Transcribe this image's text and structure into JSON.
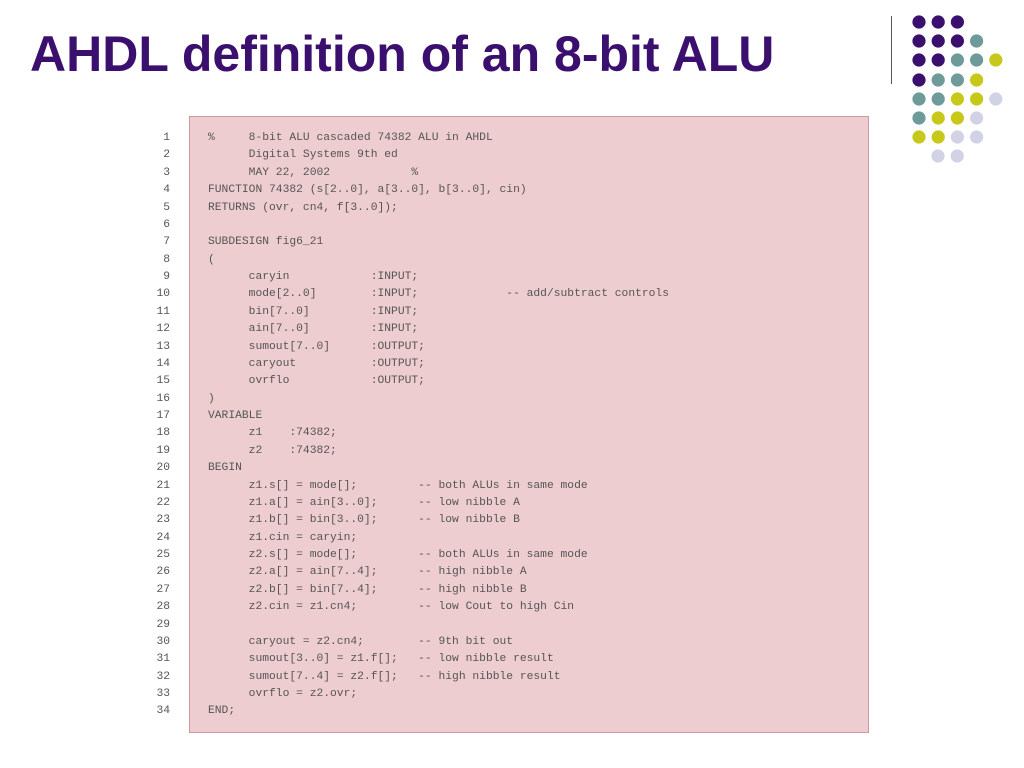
{
  "title": "AHDL definition of an 8-bit ALU",
  "colors": {
    "title": "#3a0f6e",
    "code_background": "#eecdd1",
    "code_border": "#cc9aa2",
    "code_text": "#555555",
    "dot_purple": "#3a0f6e",
    "dot_teal": "#6e9a9a",
    "dot_yellow": "#c8c81a",
    "dot_lavender": "#d2d2e6"
  },
  "decoration": {
    "dot_rows": [
      [
        "purple",
        "purple",
        "purple"
      ],
      [
        "purple",
        "purple",
        "purple",
        "teal"
      ],
      [
        "purple",
        "purple",
        "teal",
        "teal",
        "yellow"
      ],
      [
        "purple",
        "teal",
        "teal",
        "yellow"
      ],
      [
        "teal",
        "teal",
        "yellow",
        "yellow",
        "lavender"
      ],
      [
        "teal",
        "yellow",
        "yellow",
        "lavender"
      ],
      [
        "yellow",
        "yellow",
        "lavender",
        "lavender"
      ],
      [
        "lavender",
        "lavender"
      ]
    ]
  },
  "code": {
    "lines": [
      {
        "num": "1",
        "text": "%     8-bit ALU cascaded 74382 ALU in AHDL"
      },
      {
        "num": "2",
        "text": "      Digital Systems 9th ed"
      },
      {
        "num": "3",
        "text": "      MAY 22, 2002            %"
      },
      {
        "num": "4",
        "text": "FUNCTION 74382 (s[2..0], a[3..0], b[3..0], cin)"
      },
      {
        "num": "5",
        "text": "RETURNS (ovr, cn4, f[3..0]);"
      },
      {
        "num": "6",
        "text": ""
      },
      {
        "num": "7",
        "text": "SUBDESIGN fig6_21"
      },
      {
        "num": "8",
        "text": "("
      },
      {
        "num": "9",
        "text": "      caryin            :INPUT;"
      },
      {
        "num": "10",
        "text": "      mode[2..0]        :INPUT;             -- add/subtract controls"
      },
      {
        "num": "11",
        "text": "      bin[7..0]         :INPUT;"
      },
      {
        "num": "12",
        "text": "      ain[7..0]         :INPUT;"
      },
      {
        "num": "13",
        "text": "      sumout[7..0]      :OUTPUT;"
      },
      {
        "num": "14",
        "text": "      caryout           :OUTPUT;"
      },
      {
        "num": "15",
        "text": "      ovrflo            :OUTPUT;"
      },
      {
        "num": "16",
        "text": ")"
      },
      {
        "num": "17",
        "text": "VARIABLE"
      },
      {
        "num": "18",
        "text": "      z1    :74382;"
      },
      {
        "num": "19",
        "text": "      z2    :74382;"
      },
      {
        "num": "20",
        "text": "BEGIN"
      },
      {
        "num": "21",
        "text": "      z1.s[] = mode[];         -- both ALUs in same mode"
      },
      {
        "num": "22",
        "text": "      z1.a[] = ain[3..0];      -- low nibble A"
      },
      {
        "num": "23",
        "text": "      z1.b[] = bin[3..0];      -- low nibble B"
      },
      {
        "num": "24",
        "text": "      z1.cin = caryin;"
      },
      {
        "num": "25",
        "text": "      z2.s[] = mode[];         -- both ALUs in same mode"
      },
      {
        "num": "26",
        "text": "      z2.a[] = ain[7..4];      -- high nibble A"
      },
      {
        "num": "27",
        "text": "      z2.b[] = bin[7..4];      -- high nibble B"
      },
      {
        "num": "28",
        "text": "      z2.cin = z1.cn4;         -- low Cout to high Cin"
      },
      {
        "num": "29",
        "text": ""
      },
      {
        "num": "30",
        "text": "      caryout = z2.cn4;        -- 9th bit out"
      },
      {
        "num": "31",
        "text": "      sumout[3..0] = z1.f[];   -- low nibble result"
      },
      {
        "num": "32",
        "text": "      sumout[7..4] = z2.f[];   -- high nibble result"
      },
      {
        "num": "33",
        "text": "      ovrflo = z2.ovr;"
      },
      {
        "num": "34",
        "text": "END;"
      }
    ]
  }
}
